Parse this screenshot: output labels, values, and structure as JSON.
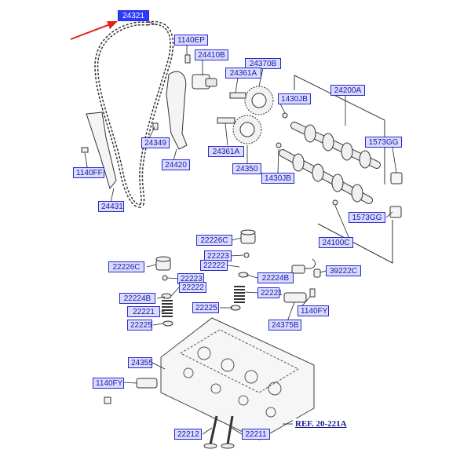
{
  "labels": {
    "p24321": "24321",
    "p1140EP": "1140EP",
    "p24410B": "24410B",
    "p24370B": "24370B",
    "p24361A_a": "24361A",
    "p1430JB_a": "1430JB",
    "p24200A": "24200A",
    "p24349": "24349",
    "p24361A_b": "24361A",
    "p1573GG_a": "1573GG",
    "p24420": "24420",
    "p24350": "24350",
    "p1430JB_b": "1430JB",
    "p1140FF": "1140FF",
    "p24431": "24431",
    "p1573GG_b": "1573GG",
    "p24100C": "24100C",
    "p22226C_a": "22226C",
    "p22223_a": "22223",
    "p22226C_b": "22226C",
    "p22222_a": "22222",
    "p22224B_a": "22224B",
    "p39222C": "39222C",
    "p22223_b": "22223",
    "p22222_b": "22222",
    "p22221_a": "22221",
    "p22224B_b": "22224B",
    "p22225_a": "22225",
    "p1140FY_a": "1140FY",
    "p22221_b": "22221",
    "p22225_b": "22225",
    "p24375B": "24375B",
    "p24355": "24355",
    "p1140FY_b": "1140FY",
    "ref": "REF. 20-221A",
    "p22212": "22212",
    "p22211": "22211"
  },
  "colors": {
    "label_fill": "#d9dcff",
    "label_border": "#2a2ac8",
    "label_text": "#1a1aa0",
    "highlight_fill": "#2a3aff",
    "arrow": "#e0201a",
    "line": "#333333"
  }
}
